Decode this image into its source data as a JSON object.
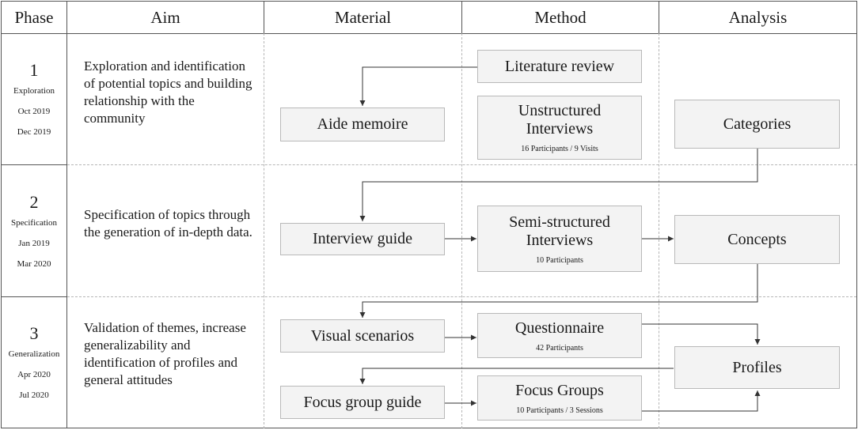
{
  "headers": {
    "phase": "Phase",
    "aim": "Aim",
    "material": "Material",
    "method": "Method",
    "analysis": "Analysis"
  },
  "phases": [
    {
      "number": "1",
      "name": "Exploration",
      "start": "Oct 2019",
      "end": "Dec 2019",
      "aim": "Exploration and identification of potential topics and building relationship with the community"
    },
    {
      "number": "2",
      "name": "Specification",
      "start": "Jan 2019",
      "end": "Mar 2020",
      "aim": "Specification of topics through the generation of in-depth data."
    },
    {
      "number": "3",
      "name": "Generalization",
      "start": "Apr 2020",
      "end": "Jul 2020",
      "aim": "Validation of themes, increase generalizability and identification of profiles and general attitudes"
    }
  ],
  "boxes": {
    "literature_review": {
      "label": "Literature review"
    },
    "aide_memoire": {
      "label": "Aide memoire"
    },
    "unstructured": {
      "label": "Unstructured Interviews",
      "detail": "16 Participants / 9 Visits"
    },
    "categories": {
      "label": "Categories"
    },
    "interview_guide": {
      "label": "Interview guide"
    },
    "semi_structured": {
      "label": "Semi-structured Interviews",
      "detail": "10 Participants"
    },
    "concepts": {
      "label": "Concepts"
    },
    "visual_scenarios": {
      "label": "Visual scenarios"
    },
    "questionnaire": {
      "label": "Questionnaire",
      "detail": "42 Participants"
    },
    "profiles": {
      "label": "Profiles"
    },
    "focus_group_guide": {
      "label": "Focus group guide"
    },
    "focus_groups": {
      "label": "Focus Groups",
      "detail": "10 Participants / 3 Sessions"
    }
  }
}
